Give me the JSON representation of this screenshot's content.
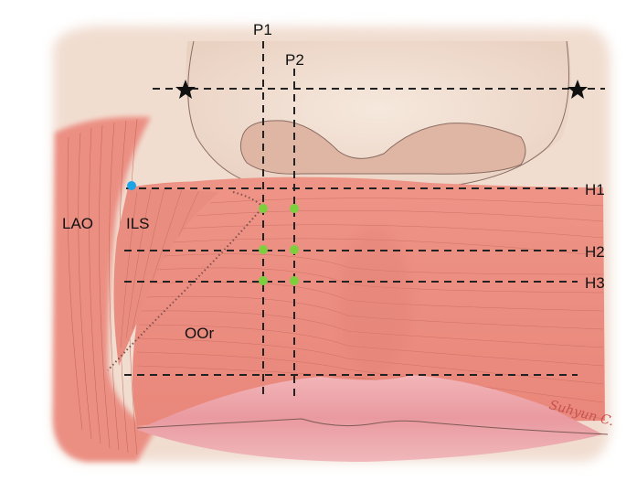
{
  "figure": {
    "type": "anatomical-illustration",
    "subject": "upper lip musculature with injection point grid",
    "labels": {
      "p1": "P1",
      "p2": "P2",
      "h1": "H1",
      "h2": "H2",
      "h3": "H3",
      "lao": "LAO",
      "ils": "ILS",
      "oor": "OOr"
    },
    "signature": "Suhyun C.",
    "markers": {
      "stars": [
        "alar-base-left",
        "alar-base-right"
      ],
      "blue_dot": "ILS insertion point",
      "green_dots": [
        {
          "vertical": "P1",
          "horizontal": "H1"
        },
        {
          "vertical": "P2",
          "horizontal": "H1"
        },
        {
          "vertical": "P1",
          "horizontal": "H2"
        },
        {
          "vertical": "P2",
          "horizontal": "H2"
        },
        {
          "vertical": "P1",
          "horizontal": "H3"
        },
        {
          "vertical": "P2",
          "horizontal": "H3"
        }
      ]
    },
    "colors": {
      "skin": "#f1ddd0",
      "muscle": "#eb8f82",
      "muscle_dark": "#d9766a",
      "lip": "#eba0a6",
      "green_dot": "#7dcf3e",
      "blue_dot": "#1ea3e6",
      "guide_line": "#222222",
      "signature": "#c9524f"
    }
  }
}
